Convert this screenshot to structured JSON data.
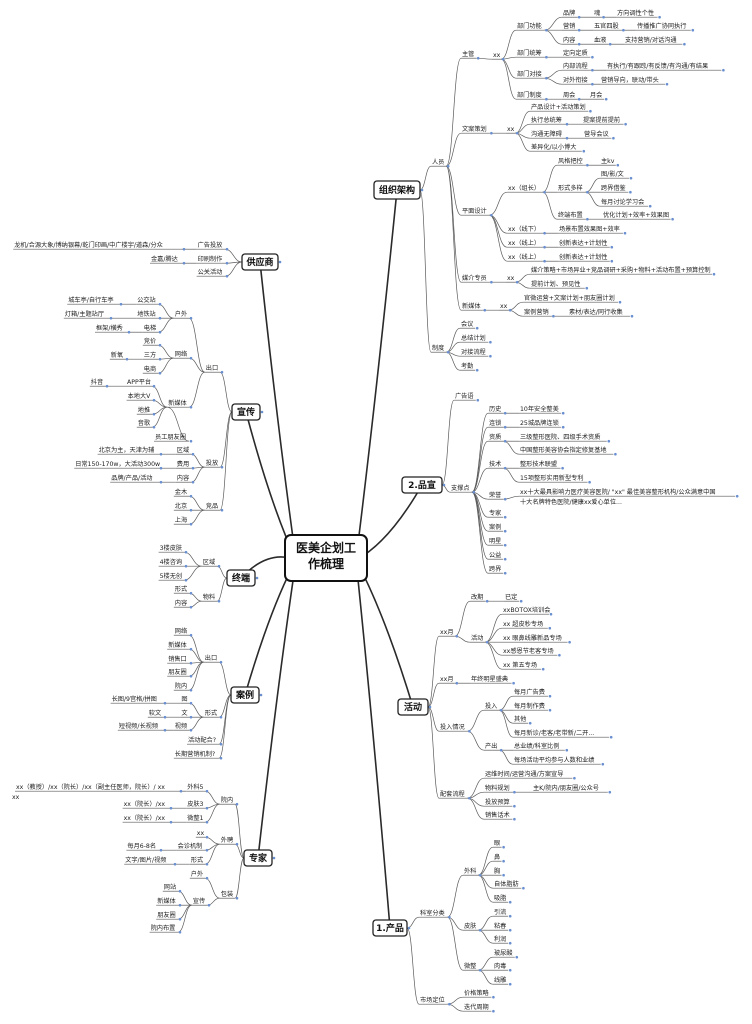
{
  "center": [
    "医美企划工",
    "作梳理"
  ],
  "branches": {
    "org": "组织架构",
    "supplier": "供应商",
    "promo": "宣传",
    "terminal": "终端",
    "case": "案例",
    "expert": "专家",
    "brand": "2.品宣",
    "activity": "活动",
    "product": "1.产品"
  },
  "nodes": {
    "o_people": "人员",
    "o_sys": "制度",
    "o_main": "主管",
    "o_xx": "xx",
    "o_dept_func": "部门功能",
    "o_brand": "品牌",
    "o_soul": "魂",
    "o_dir": "方向调性个性",
    "o_mkt": "营销",
    "o_5h": "五官四股",
    "o_exec": "传播推广协同执行",
    "o_content": "内容",
    "o_blood": "血液",
    "o_support": "支持营销/对话沟通",
    "o_dept_plan": "部门统筹",
    "o_pos": "定向定质",
    "o_dept_conn": "部门对接",
    "o_inner": "内部流程",
    "o_inner_v": "有执行/有跟踪/有反馈/有沟通/有结果",
    "o_outer": "对外衔接",
    "o_outer_v": "营销导向，联动/带头",
    "o_dept_sys": "部门制度",
    "o_week": "周会",
    "o_month": "月会",
    "o_copy": "文案策划",
    "o_copy_xx": "xx",
    "o_c1": "产品设计+活动策划",
    "o_c2": "执行总统筹",
    "o_c2v": "提案提前提前",
    "o_c3": "沟通无障碍",
    "o_c3v": "营导会议",
    "o_c4": "差异化/以小博大",
    "o_graph": "平面设计",
    "o_lead": "xx（组长）",
    "o_style": "风格把控",
    "o_style_v": "主kv",
    "o_form": "形式多样",
    "o_f1": "图/影/文",
    "o_f2": "跨界借鉴",
    "o_f3": "每月讨论学习会",
    "o_ex": "终端布置",
    "o_ex_v": "优化计划+效率+效果图",
    "o_off": "xx（线下）",
    "o_off_v": "场景布置效果图+效率",
    "o_on1": "xx（线上）",
    "o_on1_v": "创新表达+计划性",
    "o_on2": "xx（线上）",
    "o_on2_v": "创新表达+计划性",
    "o_media": "媒介专员",
    "o_media_xx": "xx",
    "o_m1": "媒介策略+市场异业+竞品调研+采购+物料+活动布置+预算控制",
    "o_m2": "提前计划、预见性",
    "o_newmedia": "新媒体",
    "o_nm_xx": "xx",
    "o_nm1": "官微运营+文案计划+朋友圈计划",
    "o_nm2": "案例营销",
    "o_nm2_v": "素材/表达/同行收集",
    "o_s1": "会议",
    "o_s2": "总结计划",
    "o_s3": "对接流程",
    "o_s4": "考勤",
    "s_ad": "广告投放",
    "s_ad_v": "龙机/合源大象/博纳银幕/乾门印画/中广楼宇/道森/分众",
    "s_print": "印刷制作",
    "s_print_v": "金嘉/腾达",
    "s_pr": "公关活动",
    "p_out": "户外",
    "p_o1": "城车亭/自行车亭",
    "p_o2": "公交站",
    "p_o3": "灯箱/主题站厅",
    "p_o4": "地铁站",
    "p_o5": "框架/横秀",
    "p_o6": "电梯",
    "p_net": "网络",
    "p_n1": "竞价",
    "p_n2": "新氧",
    "p_n3": "三方",
    "p_n4": "电商",
    "p_nm": "新媒体",
    "p_nm1": "抖音",
    "p_nm2": "APP平台",
    "p_nm3": "本地大V",
    "p_nm4": "地推",
    "p_nm5": "音歌",
    "p_nm6": "员工朋友圈",
    "p_exit": "出口",
    "p_put": "投放",
    "p_region": "区域",
    "p_region_v": "北京为主，天津为辅",
    "p_cost": "费用",
    "p_cost_v": "日常150-170w，大活动300w",
    "p_cont": "内容",
    "p_cont_v": "品牌/产品/活动",
    "p_goods": "竞品",
    "p_g1": "金木",
    "p_g2": "北京",
    "p_g3": "上海",
    "t_region": "区域",
    "t_r1": "3楼皮肤",
    "t_r2": "4楼咨询",
    "t_r3": "5楼无创",
    "t_mat": "物料",
    "t_m1": "形式",
    "t_m2": "内容",
    "c_exit": "出口",
    "c_e1": "网络",
    "c_e2": "新媒体",
    "c_e3": "销售口",
    "c_e4": "朋友圈",
    "c_e5": "院内",
    "c_form": "形式",
    "c_img": "图",
    "c_img_v": "长图/9宫格/拼图",
    "c_txt": "文",
    "c_txt_v": "软文",
    "c_vid": "视频",
    "c_vid_v": "短视频/长视频",
    "c_act": "活动配合?",
    "c_long": "长期营销机制?",
    "e_in": "院内",
    "e_ext": "外科5",
    "e_ext_v": "xx（教授）/xx（院长）/xx（副主任医师，院长）/ xx",
    "e_skin": "皮肤3",
    "e_skin_v": "xx（院长）/xx",
    "e_micro": "微整1",
    "e_micro_v": "xx（院长）/xx",
    "e_hire": "外聘",
    "e_hire_xx": "xx",
    "e_mech": "会诊机制",
    "e_mech_v": "每月6-8名",
    "e_form": "形式",
    "e_form_v": "文字/图片/视频",
    "e_pack": "包装",
    "e_pack_o": "户外",
    "e_pack_s": "宣传",
    "e_pk1": "网站",
    "e_pk2": "新媒体",
    "e_pk3": "朋友圈",
    "e_pk4": "院内布置",
    "b_ad": "广告语",
    "b_sell": "支撑点",
    "b_hist": "历史",
    "b_hist_v": "10年安全整美",
    "b_chain": "连锁",
    "b_chain_v": "25城品牌连锁",
    "b_qual": "资质",
    "b_qual_v": "三级整形医院、四级手术资质",
    "b_qual2": "中国整形美容协会指定修复基地",
    "b_tech": "技术",
    "b_tech_v": "整形技术联盟",
    "b_tech2": "15项整形实用新型专利",
    "b_honor": "荣誉",
    "b_honor_v": "xx十大最具影响力医疗美容医院/ \"xx\" 最佳美容整形机构/公众满意中国",
    "b_honor2": "十大名牌特色医院/健康xx爱心单位...",
    "b_expert": "专家",
    "b_case": "案例",
    "b_star": "明星",
    "b_pub": "公益",
    "b_cross": "跨界",
    "a_m": "xx月",
    "a_fest": "改期",
    "a_done": "已定",
    "a_act": "活动",
    "a_a1": "xxBOTOX培训会",
    "a_a2": "xx 超皮秒专场",
    "a_a3": "xx 眼鼻线雕新品专场",
    "a_a4": "xx感恩节老客专场",
    "a_a5": "xx 第五专场",
    "a_m2": "xx月",
    "a_m2_v": "年终明星盛典",
    "a_input": "投入情况",
    "a_in": "投入",
    "a_in1": "每月广告费",
    "a_in2": "每月制作费",
    "a_in3": "其他",
    "a_out": "产出",
    "a_out0": "每月新诊/老客/老带新/二开...",
    "a_out1": "总业绩/科室比例",
    "a_out2": "每场活动平均参与人数和业绩",
    "a_flow": "配套流程",
    "a_f1": "运维时间/运营沟通/方案宣导",
    "a_f2": "物料规划",
    "a_f2_v": "主K/院内/朋友圈/公众号",
    "a_f3": "投放预算",
    "a_f4": "销售话术",
    "pr_cat": "科室分类",
    "pr_surg": "外科",
    "pr_s1": "眼",
    "pr_s2": "鼻",
    "pr_s3": "胸",
    "pr_s4": "自体脂肪",
    "pr_s5": "吸脂",
    "pr_skin": "皮肤",
    "pr_k1": "引流",
    "pr_k2": "粘春",
    "pr_k3": "利润",
    "pr_micro": "微整",
    "pr_m1": "玻尿酸",
    "pr_m2": "肉毒",
    "pr_m3": "线雕",
    "pr_market": "市场定位",
    "pr_mk1": "价格策略",
    "pr_mk2": "迭代周期"
  }
}
